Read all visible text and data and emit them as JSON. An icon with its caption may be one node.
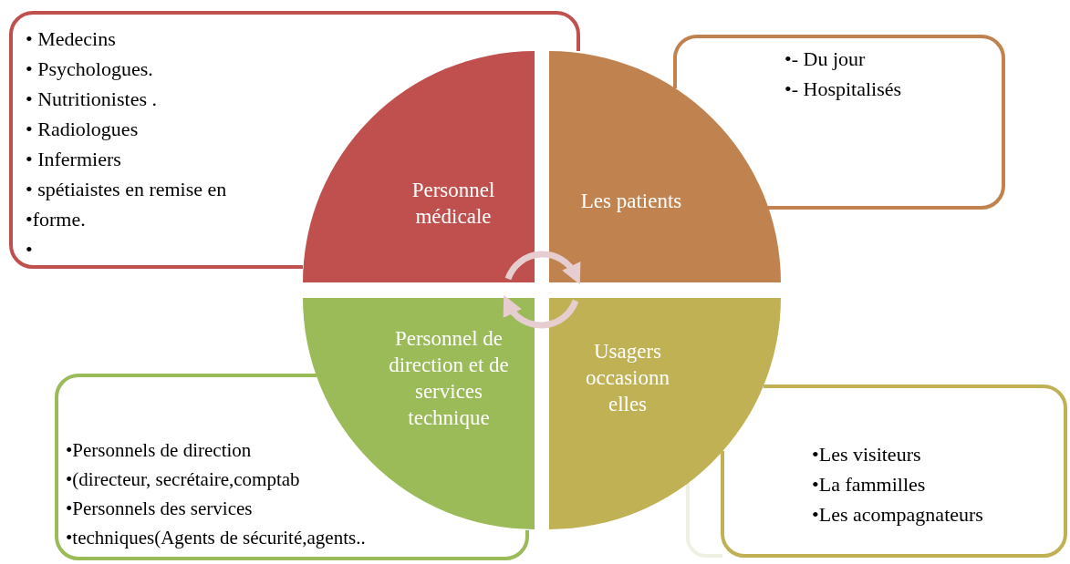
{
  "diagram": {
    "nodes": [
      {
        "text": [
          "• Medecins",
          "• Psychologues.",
          "• Nutritionistes .",
          "• Radiologues",
          "• Infermiers",
          "• spétiaistes en remise en",
          "•forme.",
          "•"
        ]
      },
      {
        "text": [
          "Personnel médicale"
        ]
      },
      {
        "text": [
          "•- Du jour",
          "•- Hospitalisés"
        ]
      },
      {
        "text": [
          "Les patients"
        ]
      },
      {
        "text": [
          "Personnel de direction et de services technique"
        ]
      },
      {
        "text": [
          "Usagers occasionn elles"
        ]
      },
      {
        "text": [
          "•Personnels de direction",
          "•(directeur, secrétaire,comptab",
          "•Personnels des services",
          "•techniques(Agents de sécurité,agents.."
        ]
      },
      {
        "text": [
          "•Les visiteurs",
          "•La fammilles",
          "•Les acompagnateurs"
        ]
      }
    ],
    "edges": [
      {
        "from": 1,
        "to": 3,
        "arrow": "to"
      },
      {
        "from": 5,
        "to": 4,
        "arrow": "to"
      }
    ]
  }
}
